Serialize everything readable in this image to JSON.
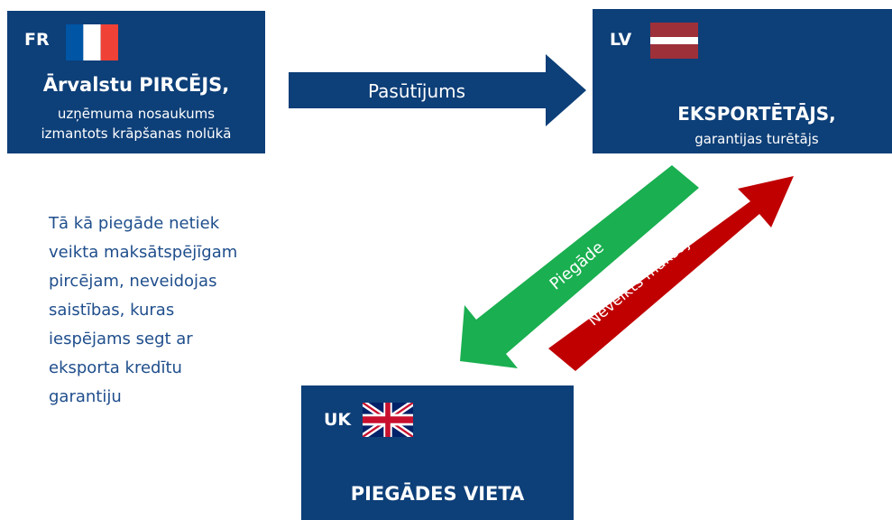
{
  "colors": {
    "box_bg": "#0d3f78",
    "arrow_order": "#0d3f78",
    "arrow_delivery": "#1aaf50",
    "arrow_payment": "#c00000",
    "note_text": "#1f4e8c"
  },
  "buyer": {
    "code": "FR",
    "flag_icon": "flag-france-icon",
    "title": "Ārvalstu PIRCĒJS,",
    "subtitle_line1": "uzņēmuma nosaukums",
    "subtitle_line2": "izmantots krāpšanas nolūkā"
  },
  "exporter": {
    "code": "LV",
    "flag_icon": "flag-latvia-icon",
    "title": "EKSPORTĒTĀJS,",
    "subtitle": "garantijas turētājs"
  },
  "delivery_place": {
    "code": "UK",
    "flag_icon": "flag-uk-icon",
    "title": "PIEGĀDES VIETA"
  },
  "arrows": {
    "order_label": "Pasūtījums",
    "delivery_label": "Piegāde",
    "payment_label": "Neveikts maksājums"
  },
  "note": {
    "lines": [
      "Tā kā piegāde netiek",
      "veikta maksātspējīgam",
      "pircējam, neveidojas",
      "saistības, kuras",
      "iespējams segt ar",
      "eksporta kredītu",
      "garantiju"
    ]
  }
}
